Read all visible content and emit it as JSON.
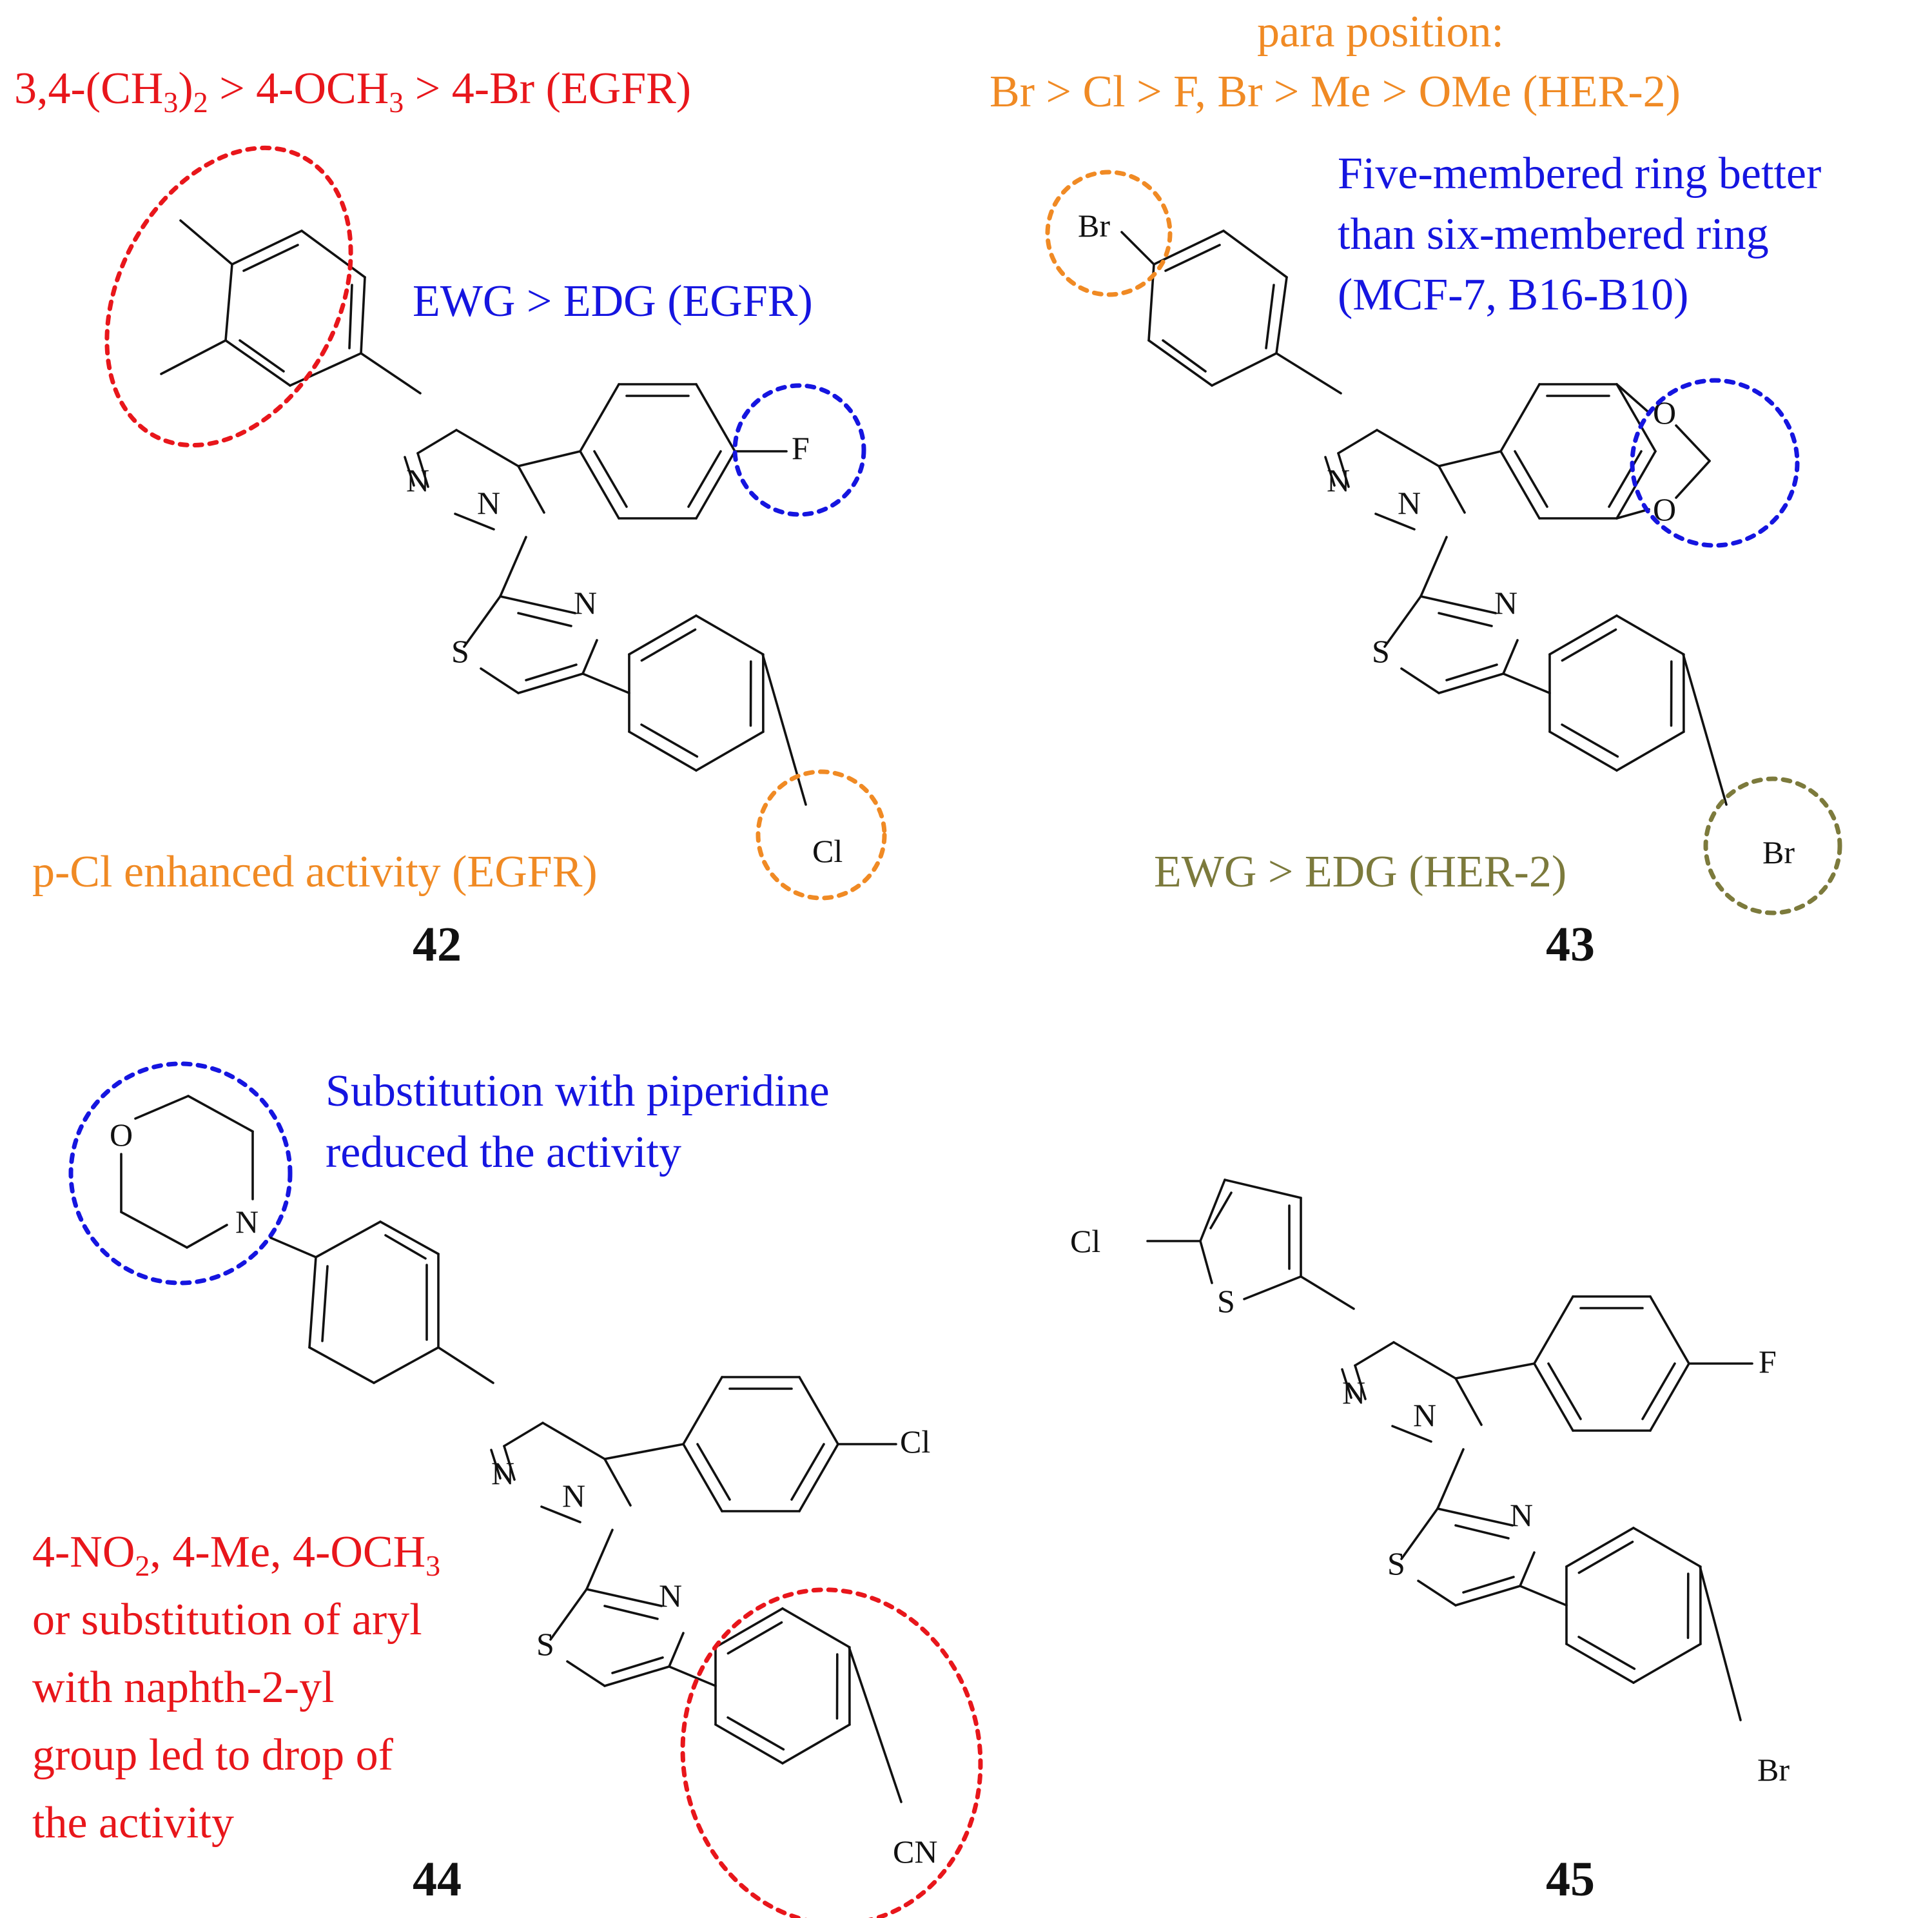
{
  "colors": {
    "red": "#e8161b",
    "orange": "#f08a24",
    "blue": "#1515e0",
    "olive": "#7c7a3c",
    "black": "#111111"
  },
  "compounds": [
    {
      "label": "42",
      "atoms": {
        "N1": "N",
        "N2": "N",
        "S": "S",
        "N3": "N",
        "F": "F",
        "Cl": "Cl"
      },
      "annotations": {
        "dimethyl_text": "3,4-(CH",
        "dimethyl_sub1": "3",
        "dimethyl_paren": ")",
        "dimethyl_sub2": "2",
        "dimethyl_rest": " > 4-OCH",
        "dimethyl_sub3": "3",
        "dimethyl_tail": " > 4-Br (EGFR)",
        "ewg_note": "EWG > EDG (EGFR)",
        "pcl_note": "p-Cl enhanced activity (EGFR)"
      }
    },
    {
      "label": "43",
      "atoms": {
        "N1": "N",
        "N2": "N",
        "S": "S",
        "N3": "N",
        "Br_top": "Br",
        "Br_bottom": "Br",
        "O1": "O",
        "O2": "O"
      },
      "annotations": {
        "para_title": "para position:",
        "para_order": "Br > Cl > F, Br > Me > OMe (HER-2)",
        "ring_line1": "Five-membered ring better",
        "ring_line2": "than six-membered ring",
        "ring_line3": "(MCF-7, B16-B10)",
        "ewg_note": "EWG > EDG (HER-2)"
      }
    },
    {
      "label": "44",
      "atoms": {
        "O": "O",
        "N_morph": "N",
        "N1": "N",
        "N2": "N",
        "S": "S",
        "N3": "N",
        "Cl": "Cl",
        "CN": "CN"
      },
      "annotations": {
        "pip_line1": "Substitution with piperidine",
        "pip_line2": "reduced the activity",
        "sub_l1_a": "4-NO",
        "sub_l1_b": "2",
        "sub_l1_c": ", 4-Me, 4-OCH",
        "sub_l1_d": "3",
        "sub_line2": "or substitution of aryl",
        "sub_line3": "with naphth-2-yl",
        "sub_line4": "group led to drop of",
        "sub_line5": "the activity"
      }
    },
    {
      "label": "45",
      "atoms": {
        "Cl": "Cl",
        "S_thio": "S",
        "N1": "N",
        "N2": "N",
        "S": "S",
        "N3": "N",
        "F": "F",
        "Br": "Br"
      }
    }
  ]
}
